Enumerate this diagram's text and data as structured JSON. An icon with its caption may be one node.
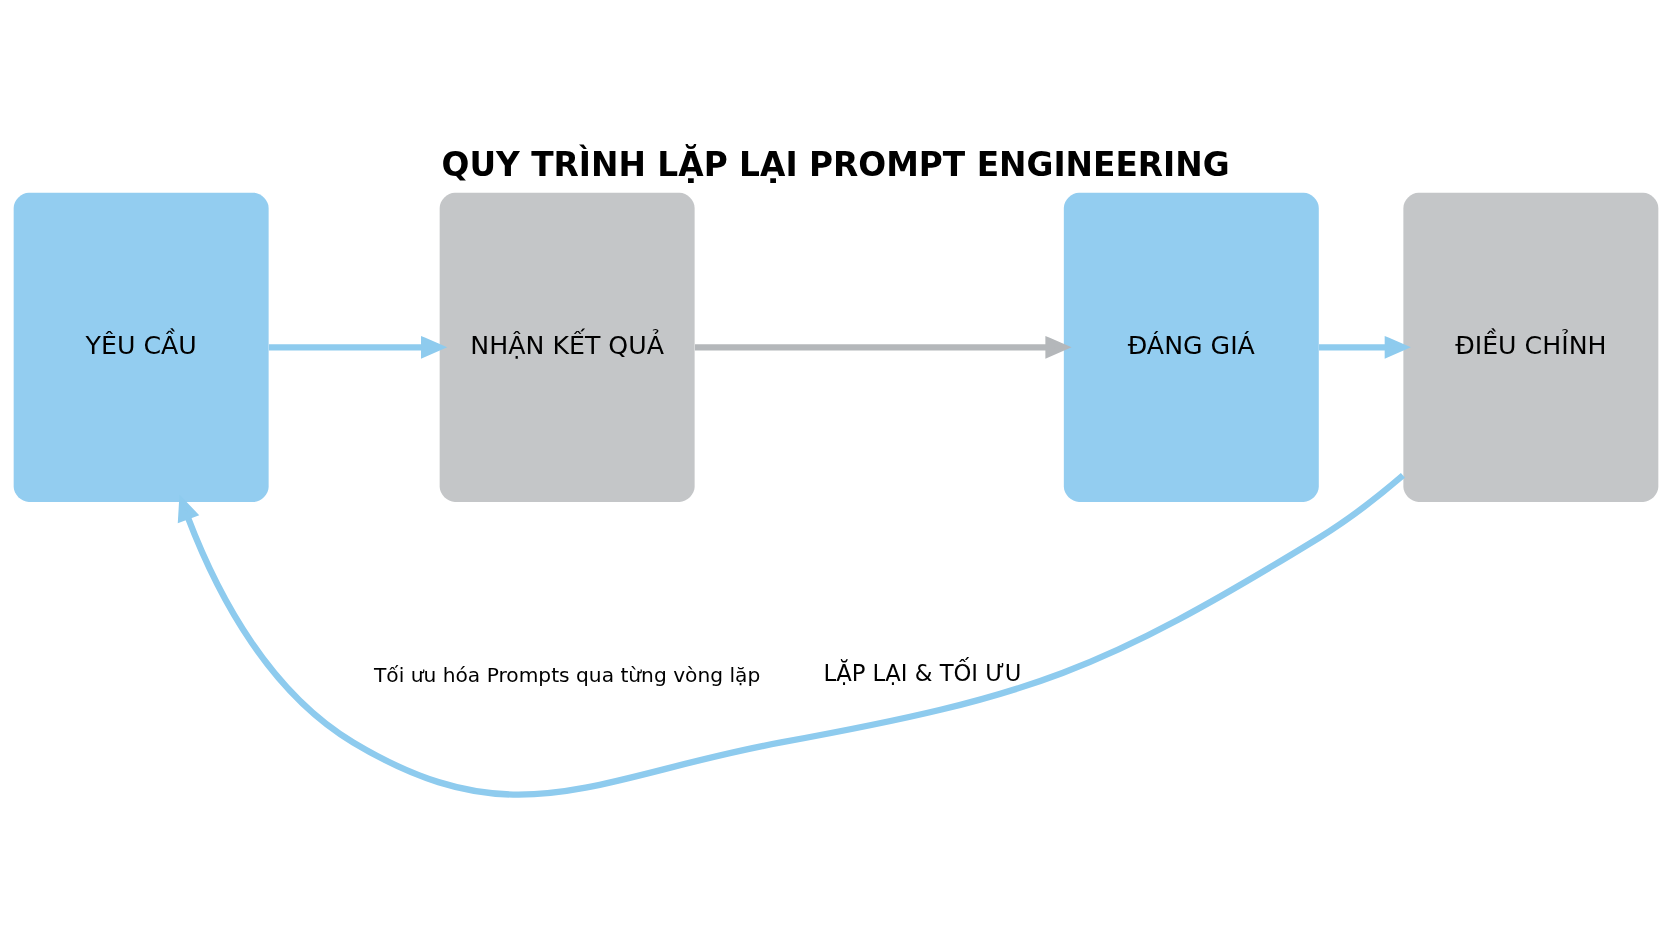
{
  "diagram": {
    "title": "QUY TRÌNH LẶP LẠI PROMPT ENGINEERING",
    "caption": "Tối ưu hóa Prompts qua từng vòng lặp",
    "nodes": [
      {
        "text": [
          "YÊU CẦU"
        ]
      },
      {
        "text": [
          "NHẬN KẾT QUẢ"
        ]
      },
      {
        "text": [
          "ĐÁNG GIÁ"
        ]
      },
      {
        "text": [
          "ĐIỀU CHỈNH"
        ]
      }
    ],
    "edges": [
      {
        "from": 0,
        "to": 1,
        "arrow": "to"
      },
      {
        "from": 1,
        "to": 2,
        "arrow": "to",
        "color": "#b4b7ba"
      },
      {
        "from": 2,
        "to": 3,
        "arrow": "to"
      },
      {
        "from": 3,
        "to": 0,
        "arrow": "to",
        "label": "LẶP LẠI & TỐI ƯU"
      }
    ]
  }
}
